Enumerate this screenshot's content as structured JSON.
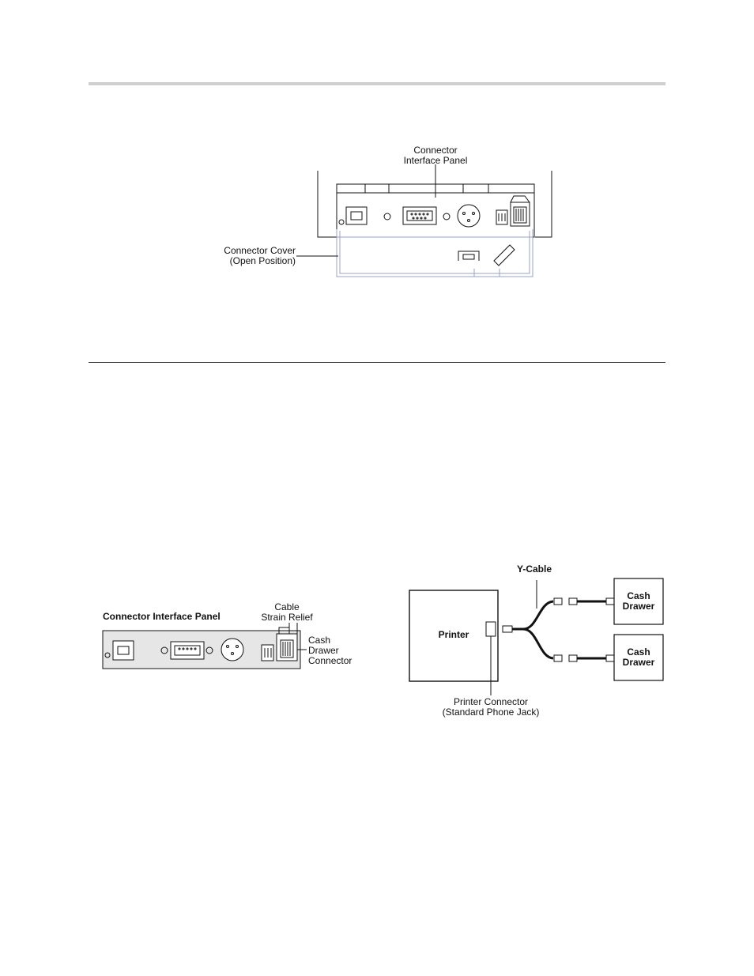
{
  "figure1": {
    "connector_interface_panel": [
      "Connector",
      "Interface Panel"
    ],
    "connector_cover": [
      "Connector Cover",
      "(Open Position)"
    ]
  },
  "figure2": {
    "panel_title": "Connector Interface Panel",
    "cable_strain_relief": [
      "Cable",
      "Strain Relief"
    ],
    "cash_drawer_connector": [
      "Cash",
      "Drawer",
      "Connector"
    ]
  },
  "figure3": {
    "y_cable": "Y-Cable",
    "printer": "Printer",
    "cash_drawer_1": [
      "Cash",
      "Drawer"
    ],
    "cash_drawer_2": [
      "Cash",
      "Drawer"
    ],
    "printer_connector": [
      "Printer Connector",
      "(Standard Phone Jack)"
    ]
  }
}
